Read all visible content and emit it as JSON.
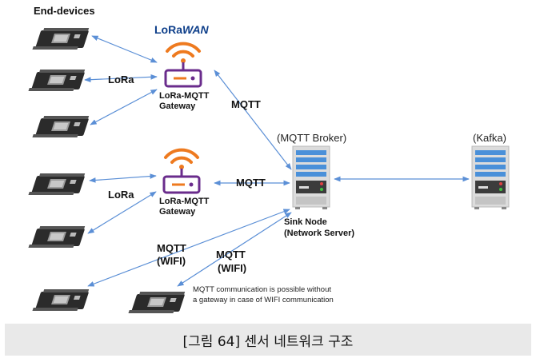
{
  "labels": {
    "end_devices": "End-devices",
    "lorawan_logo": "LoRaWAN",
    "lora_1": "LoRa",
    "lora_2": "LoRa",
    "gateway_1_line1": "LoRa-MQTT",
    "gateway_1_line2": "Gateway",
    "gateway_2_line1": "LoRa-MQTT",
    "gateway_2_line2": "Gateway",
    "mqtt_1": "MQTT",
    "mqtt_2": "MQTT",
    "mqtt_wifi_1_line1": "MQTT",
    "mqtt_wifi_1_line2": "(WIFI)",
    "mqtt_wifi_2_line1": "MQTT",
    "mqtt_wifi_2_line2": "(WIFI)",
    "broker": "(MQTT Broker)",
    "kafka": "(Kafka)",
    "sink_line1": "Sink Node",
    "sink_line2": "(Network Server)",
    "note_line1": "MQTT communication is possible without",
    "note_line2": "a gateway in case of WIFI communication"
  },
  "caption": "[그림 64] 센서 네트워크 구조",
  "colors": {
    "arrow": "#5b8fd6",
    "router_body": "#6a2c8c",
    "wifi_signal": "#ee7a1f",
    "server_stripe": "#4a90d9",
    "server_body": "#dcdcdc",
    "board": "#2b2b2b",
    "caption_bg": "#e9e9e9"
  }
}
